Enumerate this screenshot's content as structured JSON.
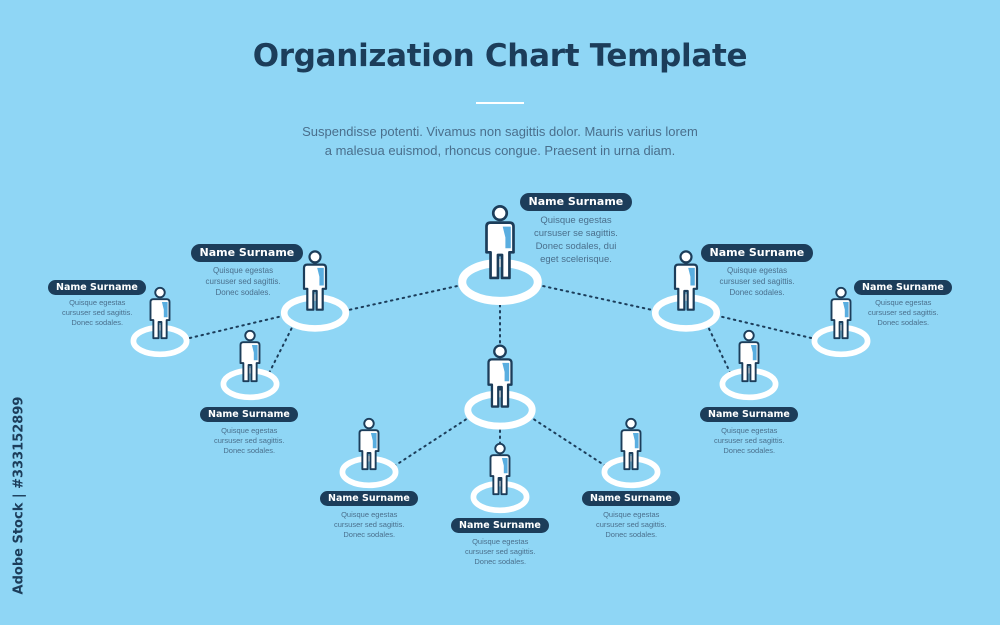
{
  "header": {
    "title": "Organization Chart Template",
    "subtitle_lines": [
      "Suspendisse potenti. Vivamus non sagittis dolor. Mauris varius lorem",
      "a malesua euismod, rhoncus congue. Praesent in urna diam."
    ]
  },
  "colors": {
    "background": "#8fd6f5",
    "ring": "#ffffff",
    "navy": "#1c3d5a",
    "accent": "#5aaee0",
    "text": "#4a6f8c"
  },
  "nodes": [
    {
      "id": "top",
      "icon": "person-icon",
      "name": "Name Surname",
      "desc": [
        "Quisque egestas",
        "cursuser se sagittis.",
        "Donec sodales, dui",
        "eget scelerisque."
      ]
    },
    {
      "id": "upper-left",
      "icon": "person-icon",
      "name": "Name Surname",
      "desc": [
        "Quisque egestas",
        "cursuser sed sagittis.",
        "Donec sodales."
      ]
    },
    {
      "id": "far-left",
      "icon": "person-icon",
      "name": "Name Surname",
      "desc": [
        "Quisque egestas",
        "cursuser sed sagittis.",
        "Donec sodales."
      ]
    },
    {
      "id": "lower-left",
      "icon": "person-icon",
      "name": "Name Surname",
      "desc": [
        "Quisque egestas",
        "cursuser sed sagittis.",
        "Donec sodales."
      ]
    },
    {
      "id": "upper-right",
      "icon": "person-icon",
      "name": "Name Surname",
      "desc": [
        "Quisque egestas",
        "cursuser sed sagittis.",
        "Donec sodales."
      ]
    },
    {
      "id": "far-right",
      "icon": "person-icon",
      "name": "Name Surname",
      "desc": [
        "Quisque egestas",
        "cursuser sed sagittis.",
        "Donec sodales."
      ]
    },
    {
      "id": "lower-right",
      "icon": "person-icon",
      "name": "Name Surname",
      "desc": [
        "Quisque egestas",
        "cursuser sed sagittis.",
        "Donec sodales."
      ]
    },
    {
      "id": "center",
      "icon": "person-icon",
      "name": "",
      "desc": []
    },
    {
      "id": "bottom-left",
      "icon": "person-icon",
      "name": "Name Surname",
      "desc": [
        "Quisque egestas",
        "cursuser sed sagittis.",
        "Donec sodales."
      ]
    },
    {
      "id": "bottom-center",
      "icon": "person-icon",
      "name": "Name Surname",
      "desc": [
        "Quisque egestas",
        "cursuser sed sagittis.",
        "Donec sodales."
      ]
    },
    {
      "id": "bottom-right",
      "icon": "person-icon",
      "name": "Name Surname",
      "desc": [
        "Quisque egestas",
        "cursuser sed sagittis.",
        "Donec sodales."
      ]
    }
  ],
  "links": [
    [
      "top",
      "upper-left"
    ],
    [
      "top",
      "upper-right"
    ],
    [
      "top",
      "center"
    ],
    [
      "upper-left",
      "far-left"
    ],
    [
      "upper-left",
      "lower-left"
    ],
    [
      "upper-right",
      "far-right"
    ],
    [
      "upper-right",
      "lower-right"
    ],
    [
      "center",
      "bottom-left"
    ],
    [
      "center",
      "bottom-center"
    ],
    [
      "center",
      "bottom-right"
    ]
  ],
  "watermark": {
    "text": "Adobe Stock | #333152899"
  }
}
